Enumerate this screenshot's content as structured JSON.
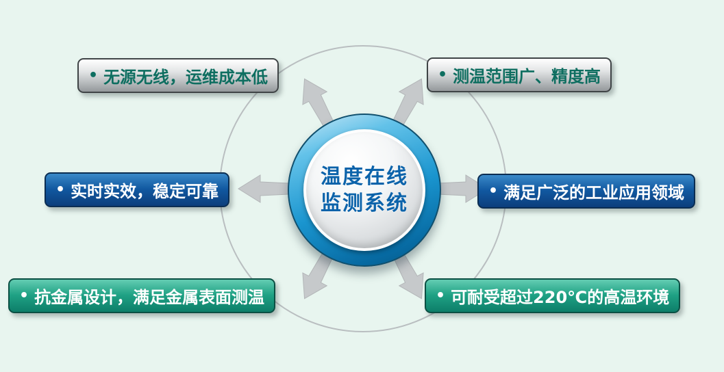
{
  "bullet": "•",
  "center": {
    "line1": "温度在线",
    "line2": "监测系统"
  },
  "labels": [
    {
      "id": "top-left",
      "text": "无源无线，运维成本低",
      "style": "gray"
    },
    {
      "id": "top-right",
      "text": "测温范围广、精度高",
      "style": "gray"
    },
    {
      "id": "mid-left",
      "text": "实时实效，稳定可靠",
      "style": "blue"
    },
    {
      "id": "mid-right",
      "text": "满足广泛的工业应用领域",
      "style": "blue"
    },
    {
      "id": "bottom-left",
      "text": "抗金属设计，满足金属表面测温",
      "style": "green"
    },
    {
      "id": "bottom-right",
      "text": "可耐受超过220℃的高温环境",
      "style": "green"
    }
  ],
  "colors": {
    "background": "#e8f5ef",
    "orbit_stroke": "#b9bec0",
    "arrow_fill": "#c6c9cb",
    "center_text": "#0c63aa",
    "gray_pill_text": "#0e6e60",
    "blue_pill": "#1158a0",
    "green_pill": "#1fa184"
  }
}
